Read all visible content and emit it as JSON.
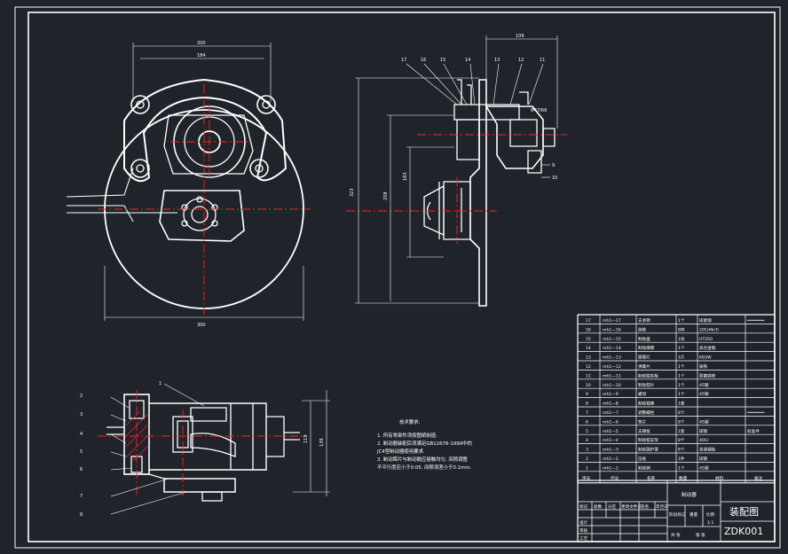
{
  "drawing": {
    "title": "制动器",
    "type_label": "装配图",
    "drawing_no": "ZDK001",
    "colors": {
      "background": "#1f232a",
      "line": "#ffffff",
      "center": "#ff2020",
      "dimension": "#ffffff"
    },
    "front_view_dims": {
      "top_outer": "200",
      "top_inner": "184",
      "bottom": "300"
    },
    "side_view_dims": {
      "top": "109",
      "fit": "Φ47/K6",
      "height_outer": "323",
      "height_mid": "258",
      "height_inner": "183"
    },
    "side_view_labels": [
      "17",
      "16",
      "15",
      "14",
      "13",
      "12",
      "11",
      "9",
      "10"
    ],
    "section_view_labels": [
      "1",
      "2",
      "3",
      "4",
      "5",
      "6",
      "7",
      "8"
    ],
    "section_view_dims": {
      "right_outer": "139",
      "right_inner": "119"
    },
    "notes": {
      "heading": "技术要求:",
      "lines": [
        "1. 所有零部件须按图纸制造.",
        "2. 制动器装配后须满足GB12676-1999中的",
        "JC4型制动器使用要求.",
        "3. 制动蹄片与制动鼓应接触均匀, 间隙调整",
        "不平行度应小于0.05, 间隙误差小于0.1mm."
      ]
    },
    "bom_header": [
      "序号",
      "代号",
      "名称",
      "数量",
      "材料",
      "备注"
    ],
    "bom": [
      {
        "no": "17",
        "code": "mh1—17",
        "name": "支承销",
        "qty": "1个",
        "mat": "碳素钢"
      },
      {
        "no": "16",
        "code": "mh1—16",
        "name": "蹄铁",
        "qty": "8块",
        "mat": "20CrMnTi"
      },
      {
        "no": "15",
        "code": "mh1—15",
        "name": "制动盘",
        "qty": "1块",
        "mat": "HT250"
      },
      {
        "no": "14",
        "code": "mh1—14",
        "name": "制动摩擦",
        "qty": "1个",
        "mat": "高合金钢"
      },
      {
        "no": "13",
        "code": "mh1—13",
        "name": "摩擦片",
        "qty": "1片",
        "mat": "KB3W"
      },
      {
        "no": "12",
        "code": "mh1—12",
        "name": "弹簧片",
        "qty": "1个",
        "mat": "铸铁"
      },
      {
        "no": "11",
        "code": "mh1—11",
        "name": "制动钳夹板",
        "qty": "1个",
        "mat": "耐磨铸铁"
      },
      {
        "no": "10",
        "code": "mh1—10",
        "name": "制动钳片",
        "qty": "1个",
        "mat": "45钢"
      },
      {
        "no": "9",
        "code": "mh1—9",
        "name": "螺母",
        "qty": "1个",
        "mat": "45钢"
      },
      {
        "no": "8",
        "code": "mh1—8",
        "name": "制动钳座",
        "qty": "1套",
        "mat": ""
      },
      {
        "no": "7",
        "code": "mh1—7",
        "name": "调整螺栓",
        "qty": "8个",
        "mat": ""
      },
      {
        "no": "6",
        "code": "mh1—6",
        "name": "垫片",
        "qty": "8个",
        "mat": "45钢"
      },
      {
        "no": "5",
        "code": "mh1—5",
        "name": "支撑板",
        "qty": "1套",
        "mat": "碳钢"
      },
      {
        "no": "4",
        "code": "mh1—4",
        "name": "制动钳支架",
        "qty": "8个",
        "mat": "40Cr"
      },
      {
        "no": "3",
        "code": "mh1—3",
        "name": "制动鼓护罩",
        "qty": "8个",
        "mat": "普通钢板"
      },
      {
        "no": "2",
        "code": "mh1—2",
        "name": "压板",
        "qty": "1件",
        "mat": "碳钢"
      },
      {
        "no": "1",
        "code": "mh1—1",
        "name": "制动销",
        "qty": "1个",
        "mat": "45钢"
      }
    ],
    "bom_remarks": [
      {
        "row": "17",
        "text": "═══════"
      },
      {
        "row": "7",
        "text": "═══════"
      },
      {
        "row": "5",
        "text": "标准件"
      }
    ],
    "title_block": {
      "left_labels": [
        "标记",
        "处数",
        "分区",
        "更改文件号",
        "签名",
        "年月日"
      ],
      "rows": [
        "设计",
        "审核",
        "工艺"
      ],
      "stage_labels": [
        "阶段标记",
        "重量",
        "比例"
      ],
      "scale": "1:1",
      "sheet": [
        "共 张",
        "第 张"
      ]
    }
  }
}
